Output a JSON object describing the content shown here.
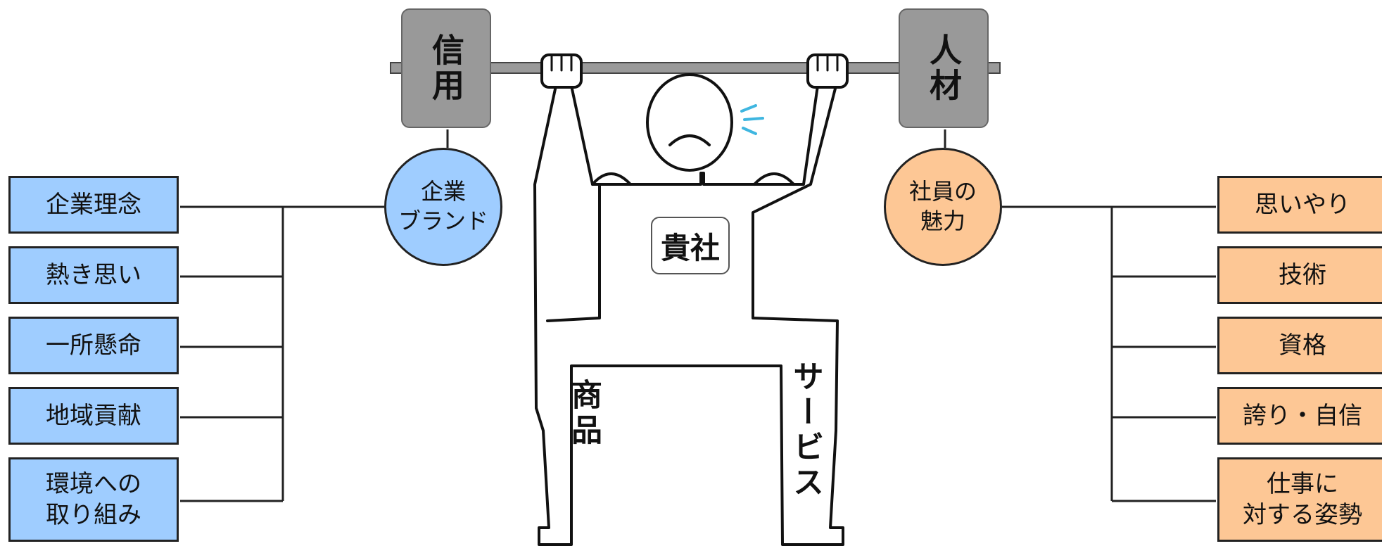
{
  "plates": {
    "left": "信用",
    "right": "人材"
  },
  "circles": {
    "left": "企業\nブランド",
    "right": "社員の\n魅力"
  },
  "body": {
    "chest": "貴社",
    "left_leg": "商品",
    "right_leg": "サービス"
  },
  "left_items": [
    "企業理念",
    "熱き思い",
    "一所懸命",
    "地域貢献",
    "環境への\n取り組み"
  ],
  "right_items": [
    "思いやり",
    "技術",
    "資格",
    "誇り・自信",
    "仕事に\n対する姿勢"
  ],
  "colors": {
    "blue": "#9fcdff",
    "orange": "#fdc795",
    "plate": "#999999",
    "bar": "#9a9a9a",
    "sweat": "#3fb6e0"
  }
}
